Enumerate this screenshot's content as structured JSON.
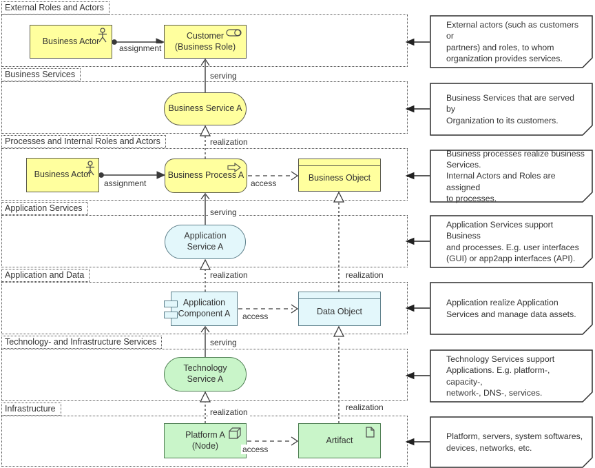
{
  "bands": [
    {
      "label": "External Roles and Actors"
    },
    {
      "label": "Business Services"
    },
    {
      "label": "Processes and Internal Roles and Actors"
    },
    {
      "label": "Application Services"
    },
    {
      "label": "Application and Data"
    },
    {
      "label": "Technology- and Infrastructure Services"
    },
    {
      "label": "Infrastructure"
    }
  ],
  "nodes": {
    "business_actor_1": {
      "label": "Business Actor"
    },
    "customer": {
      "label": "Customer\n(Business Role)"
    },
    "business_service_a": {
      "label": "Business Service A"
    },
    "business_actor_2": {
      "label": "Business Actor"
    },
    "business_process_a": {
      "label": "Business Process A"
    },
    "business_object": {
      "label": "Business Object"
    },
    "application_service_a": {
      "label": "Application\nService A"
    },
    "application_component_a": {
      "label": "Application\nComponent A"
    },
    "data_object": {
      "label": "Data Object"
    },
    "technology_service_a": {
      "label": "Technology\nService A"
    },
    "platform_a": {
      "label": "Platform A\n(Node)"
    },
    "artifact": {
      "label": "Artifact"
    }
  },
  "relations": {
    "assignment": "assignment",
    "serving": "serving",
    "realization": "realization",
    "access": "access"
  },
  "notes": [
    {
      "text": "External actors (such as customers or\npartners) and roles, to whom\norganization provides services."
    },
    {
      "text": "Business Services that are served by\nOrganization to its customers."
    },
    {
      "text": "Business processes realize business\nServices.\nInternal Actors and Roles are assigned\nto processes."
    },
    {
      "text": "Application Services support Business\nand processes. E.g. user interfaces\n(GUI) or app2app interfaces (API)."
    },
    {
      "text": "Application realize Application\nServices and manage data assets."
    },
    {
      "text": "Technology Services support\nApplications. E.g. platform-, capacity-,\nnetwork-, DNS-, services."
    },
    {
      "text": "Platform, servers, system softwares,\ndevices, networks, etc."
    }
  ],
  "colors": {
    "business_fill": "#ffff9e",
    "business_border": "#5a5a4b",
    "application_fill": "#e3f7fb",
    "application_border": "#5d7f8a",
    "technology_fill": "#c9f5c9",
    "technology_border": "#4e7e52",
    "note_fill": "#ffffff",
    "note_border": "#2d2d2d",
    "line": "#3a3a3a",
    "dotted_border": "#4c4c4c"
  }
}
